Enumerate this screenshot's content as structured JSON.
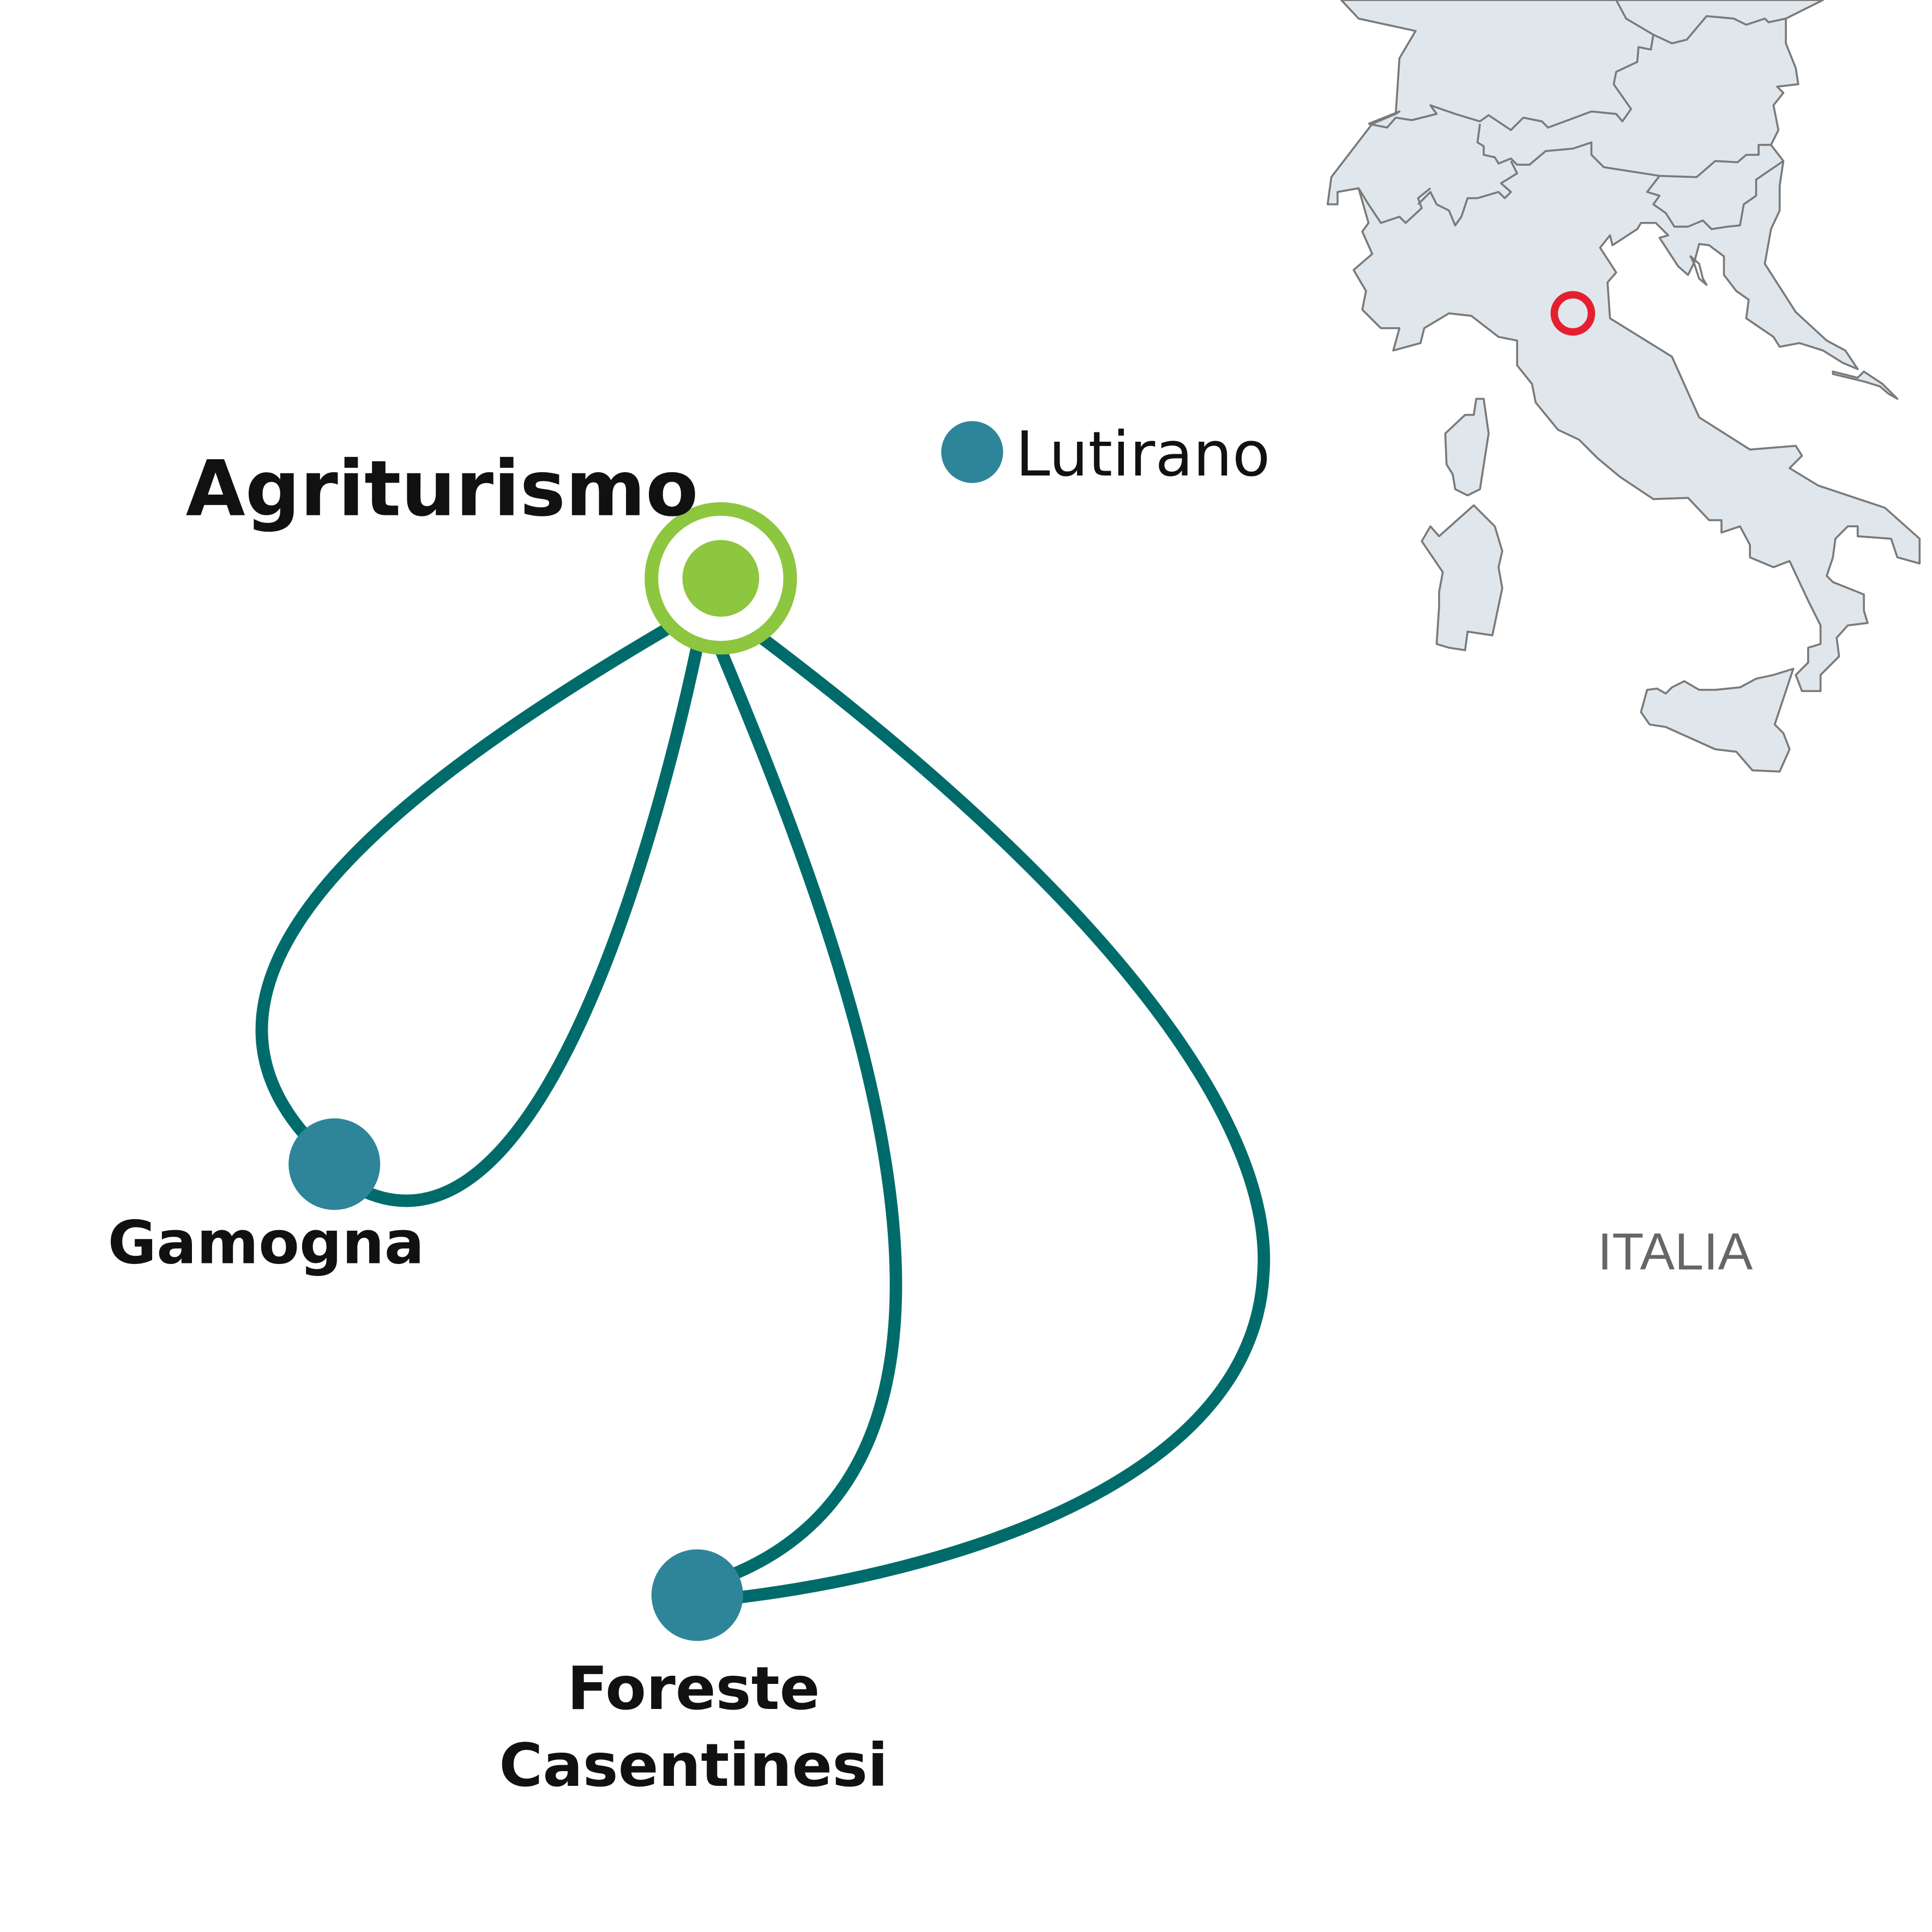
{
  "colors": {
    "route": "#006b6b",
    "place": "#2e8599",
    "home": "#8dc63f",
    "land": "#e0e7ec",
    "border": "#7a7a7a",
    "marker": "#e5202e",
    "country_label": "#666666"
  },
  "places": {
    "home": {
      "name": "Agriturismo",
      "icon": "home-target-icon"
    },
    "lutirano": {
      "name": "Lutirano"
    },
    "gamogna": {
      "name": "Gamogna"
    },
    "foreste": {
      "name_line1": "Foreste",
      "name_line2": "Casentinesi"
    }
  },
  "inset_map": {
    "country": "ITALIA",
    "marker_icon": "location-ring-icon"
  }
}
